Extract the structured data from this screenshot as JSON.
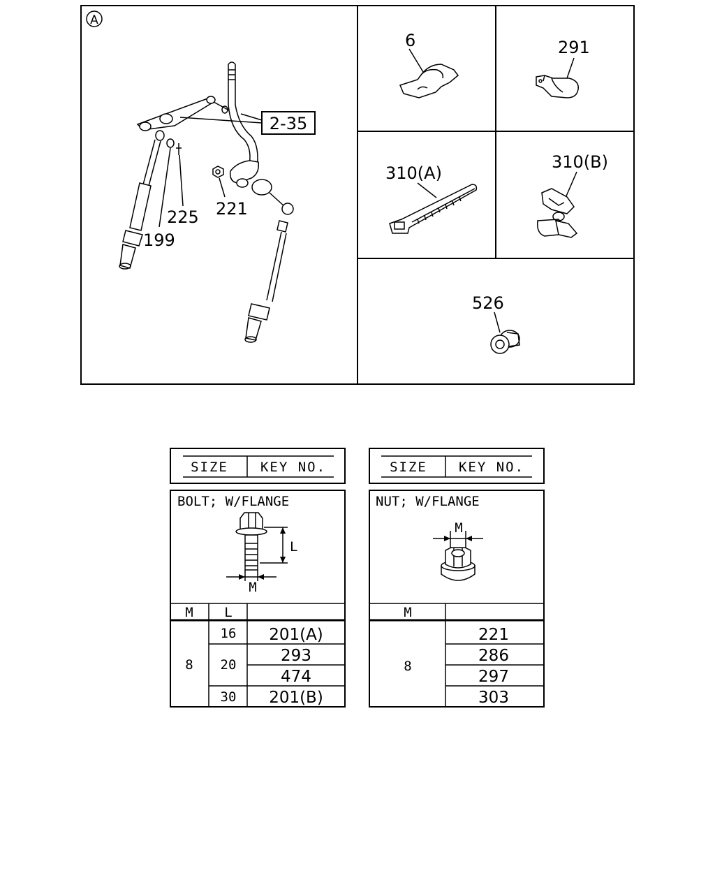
{
  "diagram": {
    "view_marker": "A",
    "callouts": {
      "ref_2_35": "2-35",
      "p225": "225",
      "p221": "221",
      "p199": "199",
      "p6": "6",
      "p291": "291",
      "p310a": "310(A)",
      "p310b": "310(B)",
      "p526": "526"
    }
  },
  "bolt_table": {
    "header_size": "SIZE",
    "header_key": "KEY NO.",
    "title": "BOLT; W/FLANGE",
    "dim_l": "L",
    "dim_m": "M",
    "col_m": "M",
    "col_l": "L",
    "m_value": "8",
    "rows": [
      {
        "l": "16",
        "key": "201(A)"
      },
      {
        "l": "20",
        "key": "293"
      },
      {
        "l": "",
        "key": "474"
      },
      {
        "l": "30",
        "key": "201(B)"
      }
    ]
  },
  "nut_table": {
    "header_size": "SIZE",
    "header_key": "KEY NO.",
    "title": "NUT; W/FLANGE",
    "dim_m": "M",
    "col_m": "M",
    "m_value": "8",
    "keys": [
      "221",
      "286",
      "297",
      "303"
    ]
  }
}
